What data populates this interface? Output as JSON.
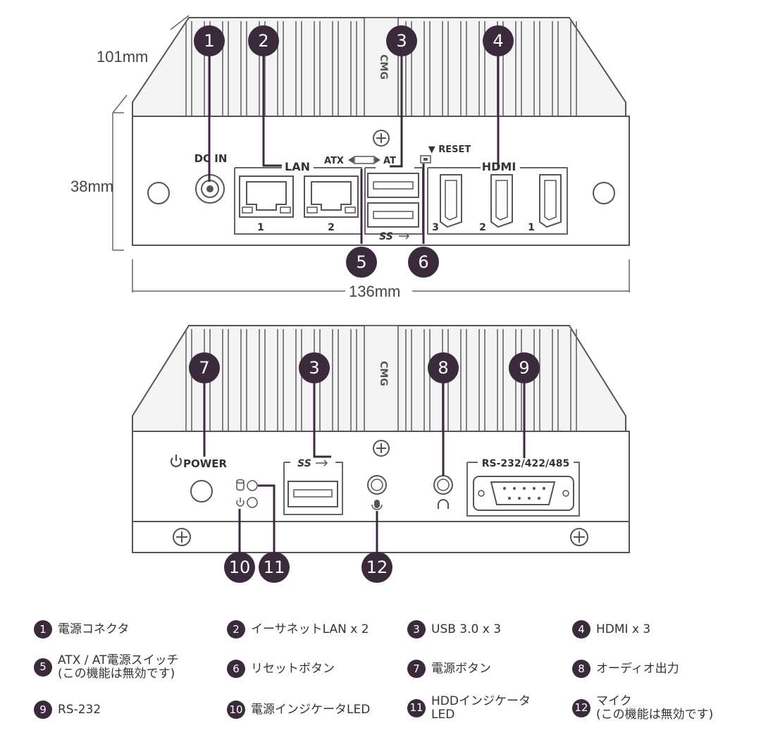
{
  "dimensions": {
    "depth": "101mm",
    "height": "38mm",
    "width": "136mm"
  },
  "brand": "CMG",
  "front_labels": {
    "dc_in": "DC IN",
    "lan": "LAN",
    "lan_port_1": "1",
    "lan_port_2": "2",
    "atx": "ATX",
    "at": "AT",
    "reset": "▼ RESET",
    "hdmi": "HDMI",
    "hdmi_3": "3",
    "hdmi_2": "2",
    "hdmi_1": "1",
    "ss": "SS"
  },
  "rear_labels": {
    "power": "POWER",
    "ss": "SS",
    "rs": "RS-232/422/485"
  },
  "callouts": [
    "1",
    "2",
    "3",
    "4",
    "5",
    "6",
    "7",
    "3",
    "8",
    "9",
    "10",
    "11",
    "12"
  ],
  "legend": [
    {
      "num": "1",
      "text": "電源コネクタ"
    },
    {
      "num": "2",
      "text": "イーサネットLAN x 2"
    },
    {
      "num": "3",
      "text": "USB 3.0 x 3"
    },
    {
      "num": "4",
      "text": "HDMI x 3"
    },
    {
      "num": "5",
      "text": "ATX / AT電源スイッチ\n(この機能は無効です)"
    },
    {
      "num": "6",
      "text": "リセットボタン"
    },
    {
      "num": "7",
      "text": "電源ボタン"
    },
    {
      "num": "8",
      "text": "オーディオ出力"
    },
    {
      "num": "9",
      "text": "RS-232"
    },
    {
      "num": "10",
      "text": "電源インジケータLED"
    },
    {
      "num": "11",
      "text": "HDDインジケータ\nLED"
    },
    {
      "num": "12",
      "text": "マイク\n(この機能は無効です)"
    }
  ],
  "colors": {
    "badge": "#3a2a3c",
    "outline": "#555555"
  }
}
